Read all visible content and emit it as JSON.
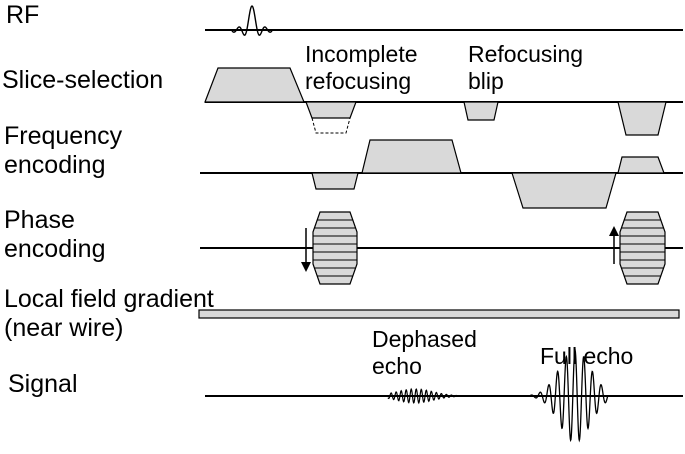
{
  "rows": [
    {
      "key": "rf",
      "lines": [
        "RF"
      ]
    },
    {
      "key": "slice",
      "lines": [
        "Slice-selection"
      ]
    },
    {
      "key": "freq",
      "lines": [
        "Frequency",
        "encoding"
      ]
    },
    {
      "key": "phase",
      "lines": [
        "Phase",
        "encoding"
      ]
    },
    {
      "key": "local",
      "lines": [
        "Local field gradient",
        "(near wire)"
      ]
    },
    {
      "key": "signal",
      "lines": [
        "Signal"
      ]
    }
  ],
  "annotations": {
    "incomplete": [
      "Incomplete",
      "refocusing"
    ],
    "blip": [
      "Refocusing",
      "blip"
    ],
    "dephased": [
      "Dephased",
      "echo"
    ],
    "full": [
      "Full echo"
    ]
  },
  "colors": {
    "line": "#000000",
    "fill": "#d9d9d9"
  }
}
